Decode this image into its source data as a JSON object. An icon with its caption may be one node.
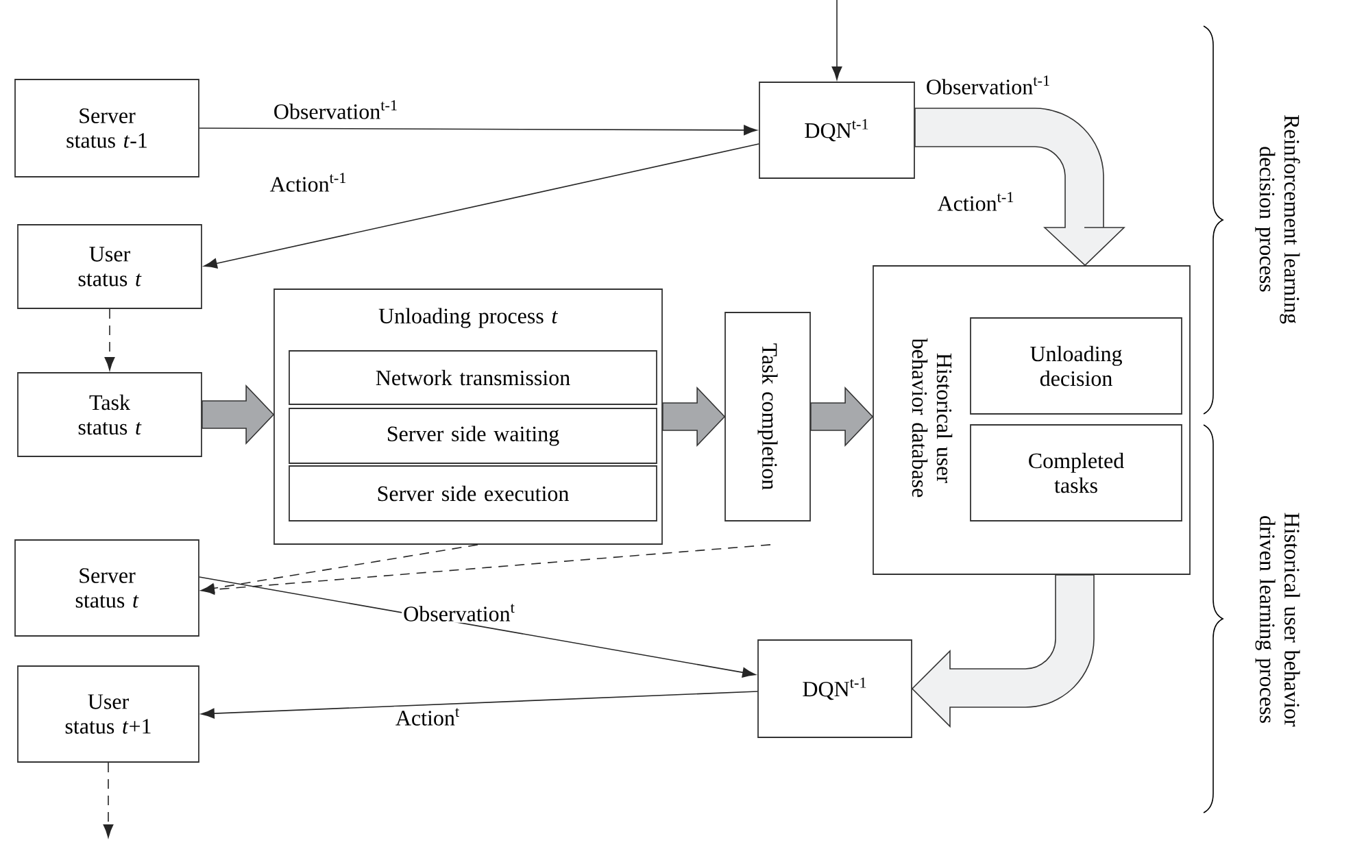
{
  "diagram": {
    "nodes": [
      {
        "text": [
          "Server status *t*-1"
        ]
      },
      {
        "text": [
          "DQN$^{t-1}$"
        ]
      },
      {
        "text": [
          "User status *t*"
        ]
      },
      {
        "text": [
          "Unloading process *t*"
        ]
      },
      {
        "text": [
          "Network transmission"
        ],
        "in": 3
      },
      {
        "text": [
          "Server side waiting"
        ],
        "in": 3
      },
      {
        "text": [
          "Server side execution"
        ],
        "in": 3
      },
      {
        "text": [
          "Task status *t*"
        ]
      },
      {
        "text": [
          "Task completion"
        ]
      },
      {
        "text": [
          "Historical user behavior database"
        ]
      },
      {
        "text": [
          "Unloading decision"
        ],
        "in": 9
      },
      {
        "text": [
          "Completed tasks"
        ],
        "in": 9
      },
      {
        "text": [
          "Server status *t*"
        ]
      },
      {
        "text": [
          "User status *t*+1"
        ]
      },
      {
        "text": [
          "DQN$^{t-1}$"
        ]
      }
    ],
    "edges": [
      {
        "from": null,
        "to": 1,
        "arrow": "to"
      },
      {
        "from": 0,
        "to": 1,
        "arrow": "to",
        "label": "Observation$^{t-1}$"
      },
      {
        "from": 1,
        "to": 2,
        "arrow": "to",
        "label": "Action$^{t-1}$"
      },
      {
        "from": 2,
        "to": 7,
        "arrow": "to",
        "style": "dashed"
      },
      {
        "from": 7,
        "to": 3,
        "arrow": "to",
        "style": "thick",
        "color": "#a7a9ac"
      },
      {
        "from": 3,
        "to": 8,
        "arrow": "to",
        "style": "thick",
        "color": "#a7a9ac"
      },
      {
        "from": 8,
        "to": 9,
        "arrow": "to",
        "style": "thick",
        "color": "#a7a9ac"
      },
      {
        "from": 1,
        "to": 9,
        "arrow": "to",
        "style": "thick",
        "color": "#f0f1f2"
      },
      {
        "from": 3,
        "to": 12,
        "arrow": "to",
        "style": "dashed"
      },
      {
        "from": 8,
        "to": 12,
        "arrow": "to",
        "style": "dashed"
      },
      {
        "from": 12,
        "to": 14,
        "arrow": "to",
        "label": "Observation$^{t}$"
      },
      {
        "from": 14,
        "to": 13,
        "arrow": "to",
        "label": "Action$^{t}$"
      },
      {
        "from": 9,
        "to": 14,
        "arrow": "to",
        "style": "thick",
        "color": "#f0f1f2"
      },
      {
        "from": 13,
        "to": null,
        "arrow": "to",
        "style": "dashed"
      }
    ],
    "labels": [
      "Observation$^{t-1}$",
      "Action$^{t-1}$",
      "Reinforcement learning decision process",
      "Historical user behavior driven learning process"
    ]
  }
}
